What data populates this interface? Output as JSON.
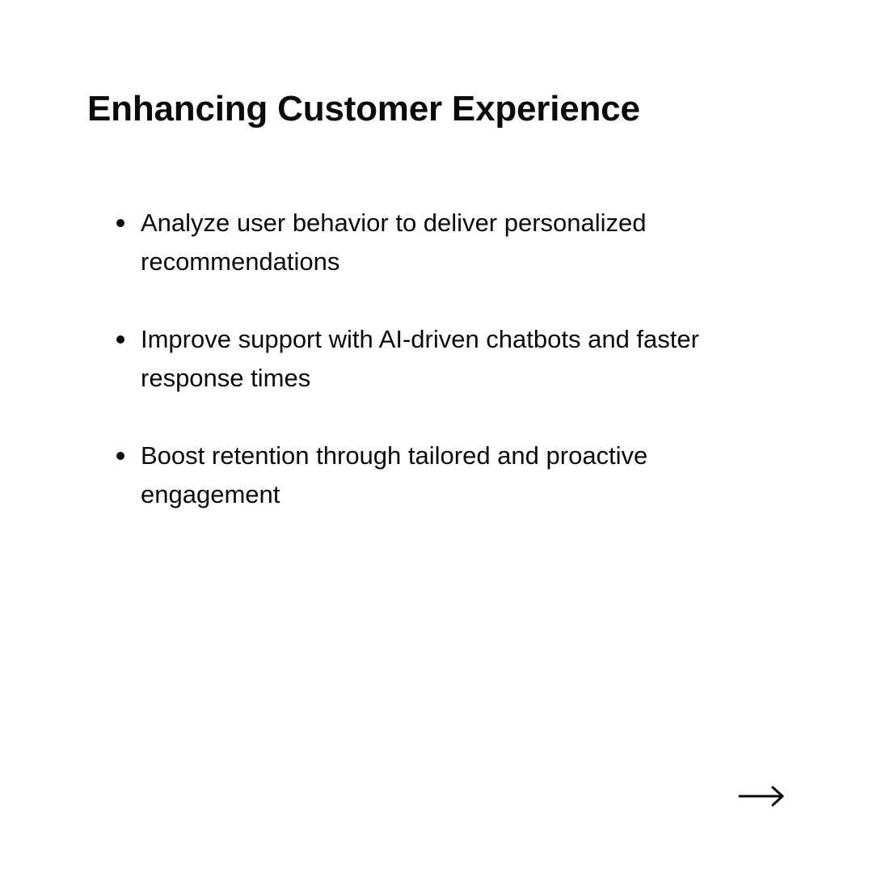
{
  "slide": {
    "title": "Enhancing Customer Experience",
    "bullets": [
      "Analyze user behavior to deliver personalized recommendations",
      "Improve support with AI-driven chatbots and faster response times",
      "Boost retention through tailored and proactive engagement"
    ],
    "next_icon": "arrow-right-icon"
  },
  "colors": {
    "background": "#ffffff",
    "text": "#0b0b0b"
  }
}
